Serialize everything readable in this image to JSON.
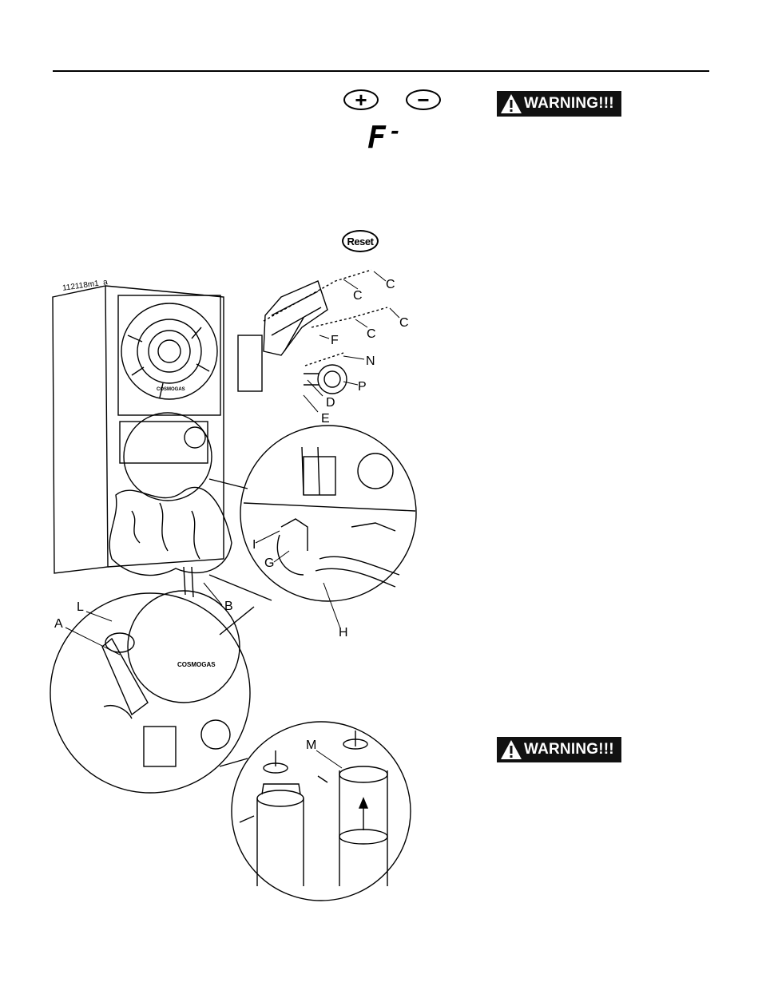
{
  "display": {
    "code": "F",
    "code_suffix": "-"
  },
  "buttons": {
    "plus": "+",
    "minus": "−",
    "reset": "Reset"
  },
  "warnings": [
    {
      "label": "WARNING!!!"
    },
    {
      "label": "WARNING!!!"
    }
  ],
  "figure": {
    "drawing_code": "112118m1_a",
    "callouts": {
      "c1": "C",
      "c2": "C",
      "c3": "C",
      "c4": "C",
      "f": "F",
      "n": "N",
      "p": "P",
      "d": "D",
      "e": "E",
      "i": "I",
      "g": "G",
      "h": "H",
      "b": "B",
      "l": "L",
      "a": "A",
      "m": "M"
    },
    "brand_marks": [
      "COSMOGAS",
      "COSMOGAS"
    ]
  }
}
